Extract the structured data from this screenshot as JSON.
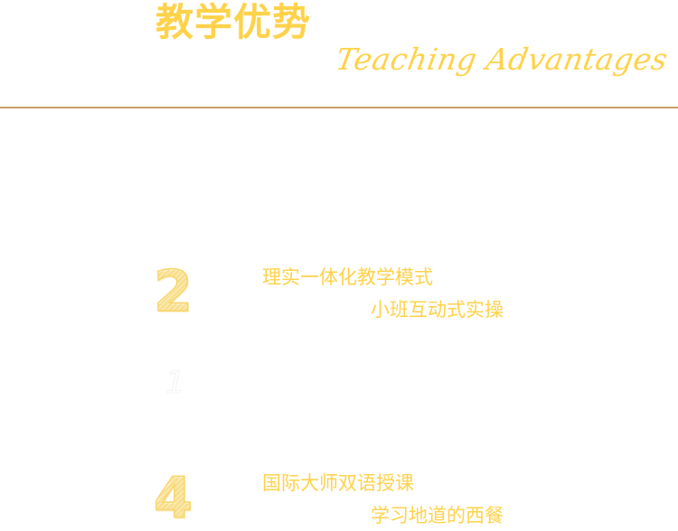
{
  "header": {
    "title_cn": "教学优势",
    "title_en": "Teaching Advantages"
  },
  "colors": {
    "accent_yellow": "#FFD24A",
    "divider_brown": "#B8864B",
    "background": "#FFFFFF"
  },
  "items": [
    {
      "number": "2",
      "line1": "理实一体化教学模式",
      "line2": "小班互动式实操"
    },
    {
      "number": "1",
      "line1": "",
      "line2": ""
    },
    {
      "number": "4",
      "line1": "国际大师双语授课",
      "line2": "学习地道的西餐"
    }
  ]
}
